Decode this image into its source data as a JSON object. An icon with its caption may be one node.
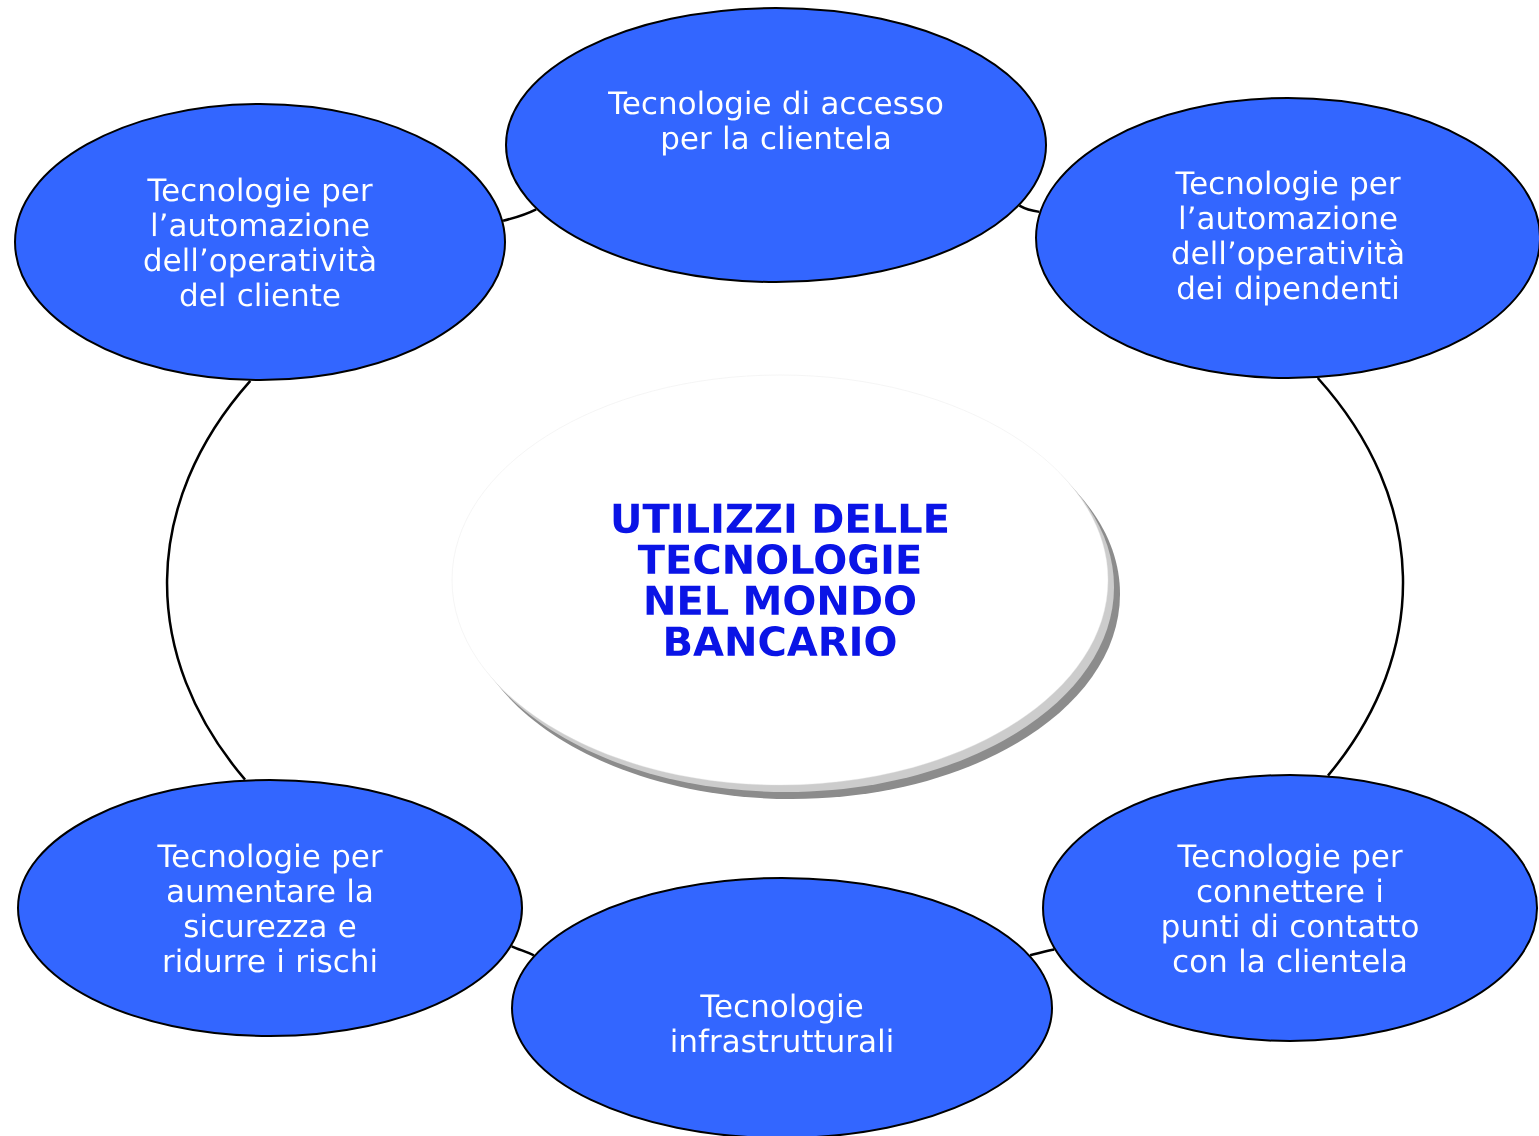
{
  "diagram": {
    "nodes": [
      {
        "text": [
          "Tecnologie per l’automazione dell’operatività del cliente"
        ]
      },
      {
        "text": [
          "Tecnologie di accesso per la clientela"
        ]
      },
      {
        "text": [
          "Tecnologie per l’automazione dell’operatività dei dipendenti"
        ]
      },
      {
        "text": [
          "UTILIZZI DELLE TECNOLOGIE NEL MONDO BANCARIO"
        ]
      },
      {
        "text": [
          "Tecnologie per aumentare la sicurezza e ridurre i rischi"
        ]
      },
      {
        "text": [
          "Tecnologie per connettere i punti di contatto con la clientela"
        ]
      },
      {
        "text": [
          "Tecnologie infrastrutturali"
        ]
      }
    ],
    "edges": [
      {
        "from": 0,
        "to": 1,
        "arrow": "none"
      },
      {
        "from": 1,
        "to": 2,
        "arrow": "none"
      },
      {
        "from": 2,
        "to": 5,
        "arrow": "none"
      },
      {
        "from": 5,
        "to": 6,
        "arrow": "none"
      },
      {
        "from": 6,
        "to": 4,
        "arrow": "none"
      },
      {
        "from": 4,
        "to": 0,
        "arrow": "none"
      }
    ]
  }
}
